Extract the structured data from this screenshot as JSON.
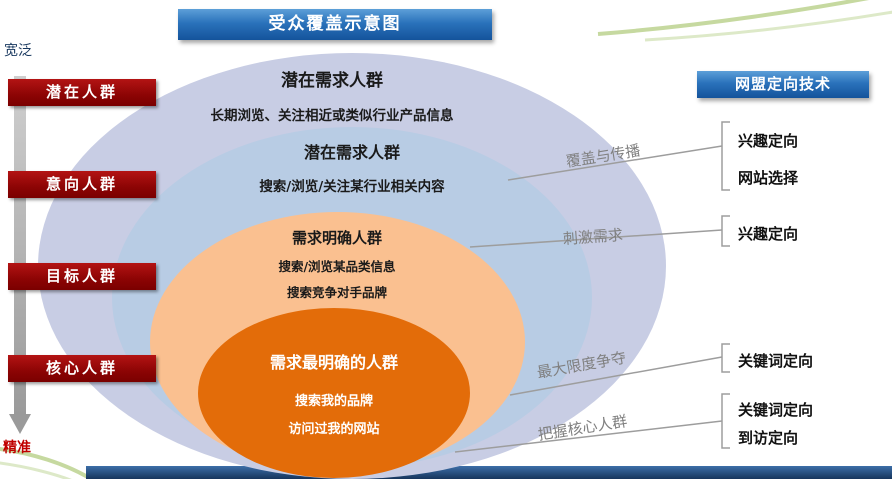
{
  "title_banner": {
    "label": "受众覆盖示意图"
  },
  "right_banner": {
    "label": "网盟定向技术"
  },
  "axis": {
    "top_label": "宽泛",
    "bottom_label": "精准"
  },
  "left_groups": [
    "潜在人群",
    "意向人群",
    "目标人群",
    "核心人群"
  ],
  "rings": [
    {
      "title": "潜在需求人群",
      "lines": [
        "长期浏览、关注相近或类似行业产品信息"
      ]
    },
    {
      "title": "潜在需求人群",
      "lines": [
        "搜索/浏览/关注某行业相关内容"
      ]
    },
    {
      "title": "需求明确人群",
      "lines": [
        "搜索/浏览某品类信息",
        "搜索竞争对手品牌"
      ]
    },
    {
      "title": "需求最明确的人群",
      "lines": [
        "搜索我的品牌",
        "访问过我的网站"
      ]
    }
  ],
  "annotations": [
    "覆盖与传播",
    "刺激需求",
    "最大限度争夺",
    "把握核心人群"
  ],
  "targeting_items": [
    "兴趣定向",
    "网站选择",
    "兴趣定向",
    "关键词定向",
    "关键词定向",
    "到访定向"
  ],
  "colors": {
    "banner_blue": "#2a72bb",
    "group_box_red": "#8c0404",
    "ring_outer_lavender": "#c8cde4",
    "ring_intent_blue": "#b8cce4",
    "ring_target_orange": "#fac090",
    "ring_core_orange": "#e36c09",
    "annotation_gray": "#808080",
    "axis_top_blue": "#17375e",
    "axis_bottom_red": "#c00000",
    "bottom_bar_blue": "#16355c",
    "decor_green": "#c6d9a0"
  }
}
